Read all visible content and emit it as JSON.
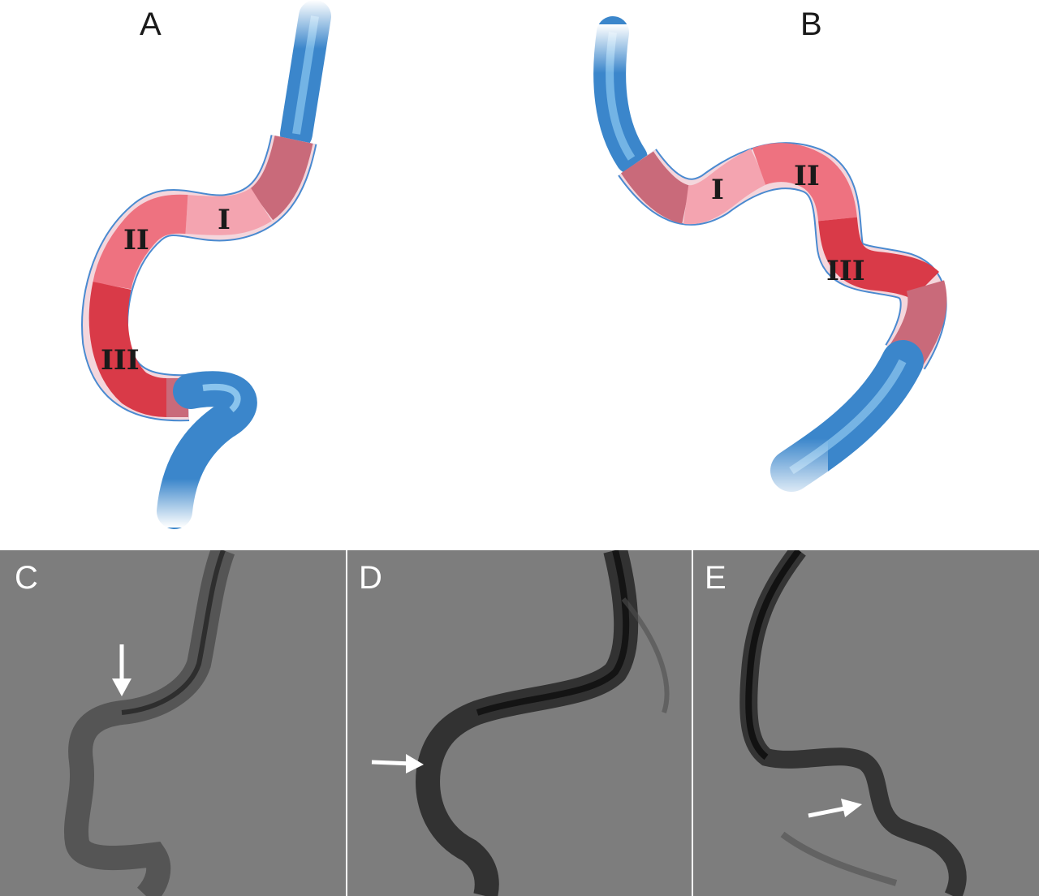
{
  "panels": {
    "a": {
      "label": "A",
      "segments": [
        "I",
        "II",
        "III"
      ]
    },
    "b": {
      "label": "B",
      "segments": [
        "I",
        "II",
        "III"
      ]
    },
    "c": {
      "label": "C"
    },
    "d": {
      "label": "D"
    },
    "e": {
      "label": "E"
    }
  },
  "colors": {
    "vessel_blue": "#3f8fd0",
    "segment_I": "#f4a4b0",
    "segment_II": "#ee7280",
    "segment_III": "#d93a48",
    "angio_background": "#7d7d7d",
    "arrow": "#ffffff"
  },
  "icons": [
    "arrow-down-icon",
    "arrow-right-icon"
  ]
}
